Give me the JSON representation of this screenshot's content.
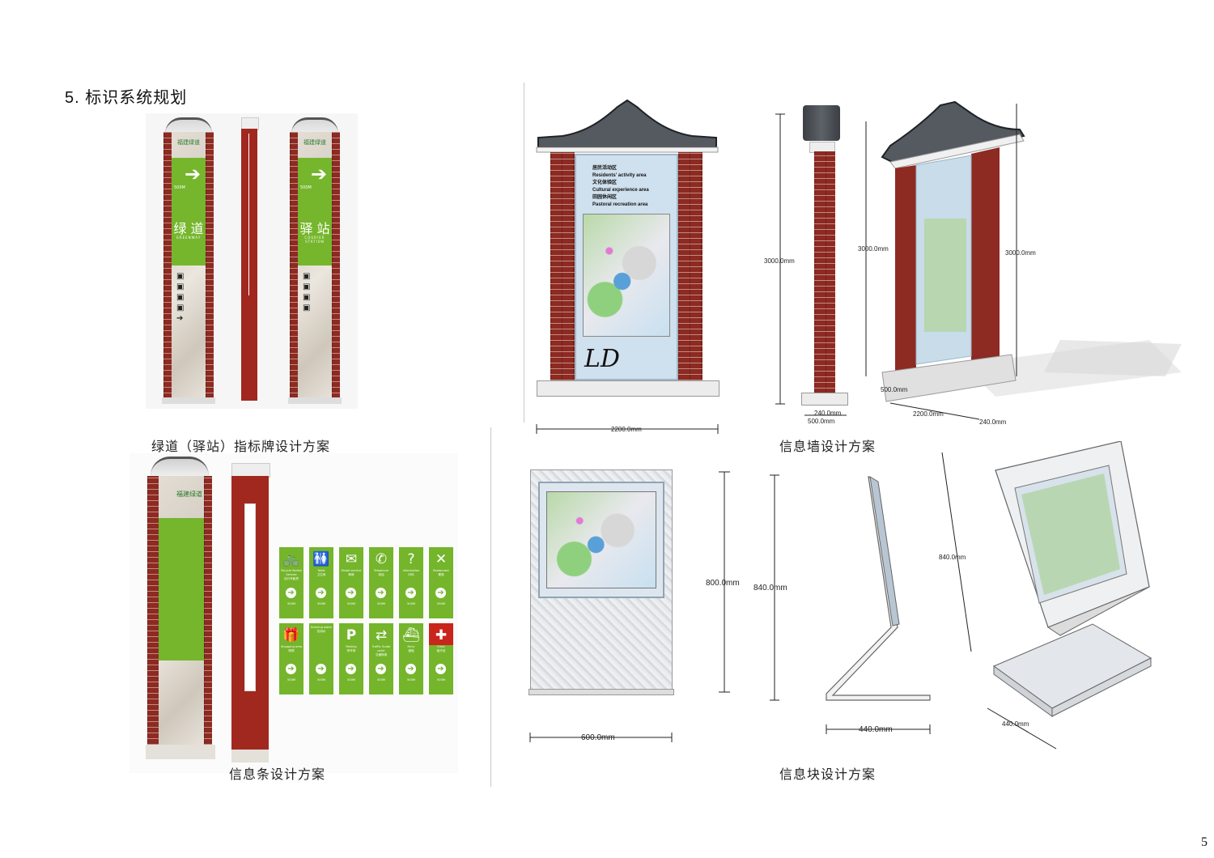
{
  "page": {
    "title": "5.  标识系统规划",
    "page_number": "5"
  },
  "captions": {
    "greenway_sign": "绿道（驿站）指标牌设计方案",
    "info_wall": "信息墙设计方案",
    "info_strip": "信息条设计方案",
    "info_block": "信息块设计方案"
  },
  "greenway_sign": {
    "brand": "福建绿道",
    "distance": "500M",
    "sign1": {
      "label": "绿 道",
      "sub": "GREENWAY"
    },
    "sign2": {
      "label": "驿 站",
      "sub": "COURIER STATION"
    }
  },
  "info_strip": {
    "brand": "福建绿道",
    "icons": [
      {
        "icon": "bicycle-icon",
        "glyph": "🚲",
        "en": "Bicycle Rental Service",
        "zh": "自行车租赁",
        "dist": "500M"
      },
      {
        "icon": "toilet-icon",
        "glyph": "🚻",
        "en": "Toilet",
        "zh": "卫生间",
        "dist": "500M"
      },
      {
        "icon": "mail-icon",
        "glyph": "✉",
        "en": "Postal service",
        "zh": "邮政",
        "dist": "500M"
      },
      {
        "icon": "phone-icon",
        "glyph": "✆",
        "en": "Telephone",
        "zh": "电话",
        "dist": "500M"
      },
      {
        "icon": "question-icon",
        "glyph": "?",
        "en": "Information",
        "zh": "问讯",
        "dist": "500M"
      },
      {
        "icon": "restaurant-icon",
        "glyph": "✕",
        "en": "Restaurant",
        "zh": "餐馆",
        "dist": "500M"
      },
      {
        "icon": "gift-icon",
        "glyph": "🎁",
        "en": "Shopping area",
        "zh": "购物",
        "dist": "500M"
      },
      {
        "icon": "water-icon",
        "glyph": "",
        "en": "Drinking water",
        "zh": "饮用水",
        "dist": "500M"
      },
      {
        "icon": "parking-icon",
        "glyph": "P",
        "en": "Parking",
        "zh": "停车场",
        "dist": "500M"
      },
      {
        "icon": "transfer-icon",
        "glyph": "⇄",
        "en": "Traffic Guide point",
        "zh": "交通换乘",
        "dist": "500M"
      },
      {
        "icon": "ferry-icon",
        "glyph": "⛴",
        "en": "Ferry",
        "zh": "渡船",
        "dist": "500M"
      },
      {
        "icon": "clinic-icon",
        "glyph": "✚",
        "en": "Clinic",
        "zh": "医疗站",
        "dist": "500M"
      }
    ]
  },
  "info_wall": {
    "lines": [
      "居民活动区",
      "Residents' activity area",
      "文化体验区",
      "Cultural experience area",
      "田园休闲区",
      "Pastoral recreation area"
    ],
    "logo": "LD",
    "dims": {
      "width_front": "2200.0mm",
      "height_side": "3000.0mm",
      "width_side": "500.0mm",
      "depth_side": "240.0mm",
      "height_persp_left": "3000.0mm",
      "height_persp_right": "3000.0mm",
      "width_persp": "2200.0mm",
      "depth_persp": "240.0mm",
      "depth_persp_base": "500.0mm"
    }
  },
  "info_block": {
    "dims": {
      "front_height": "800.0mm",
      "front_width": "600.0mm",
      "side_height": "840.0mm",
      "side_width": "440.0mm",
      "persp_height": "840.0mm",
      "persp_width": "440.0mm"
    }
  },
  "colors": {
    "green": "#75b62c",
    "brick": "#8d2a22",
    "red": "#a1281f"
  }
}
